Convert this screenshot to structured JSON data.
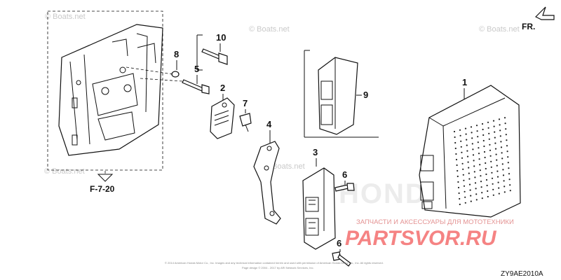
{
  "diagram": {
    "callouts": {
      "c1": "1",
      "c2": "2",
      "c3": "3",
      "c4": "4",
      "c5": "5",
      "c6a": "6",
      "c6b": "6",
      "c7": "7",
      "c8": "8",
      "c9": "9",
      "c10": "10"
    },
    "reference_label": "F-7-20",
    "direction_label": "FR.",
    "diagram_code": "ZY9AE2010A",
    "copyright_line1": "© 2014 American Honda Motor Co., Inc. Images and any technical information contained herein and used with permission of American Honda Motor Co., Inc. All rights reserved.",
    "copyright_line2": "Page design © 2004 - 2017 by ARI Network Services, Inc."
  },
  "watermarks": {
    "boats_net": "© Boats.net",
    "brand_mark": "HONDA",
    "shop_logo": "PARTSVOR.RU",
    "shop_tagline": "ЗАПЧАСТИ И АКСЕССУАРЫ ДЛЯ МОТОТЕХНИКИ"
  }
}
